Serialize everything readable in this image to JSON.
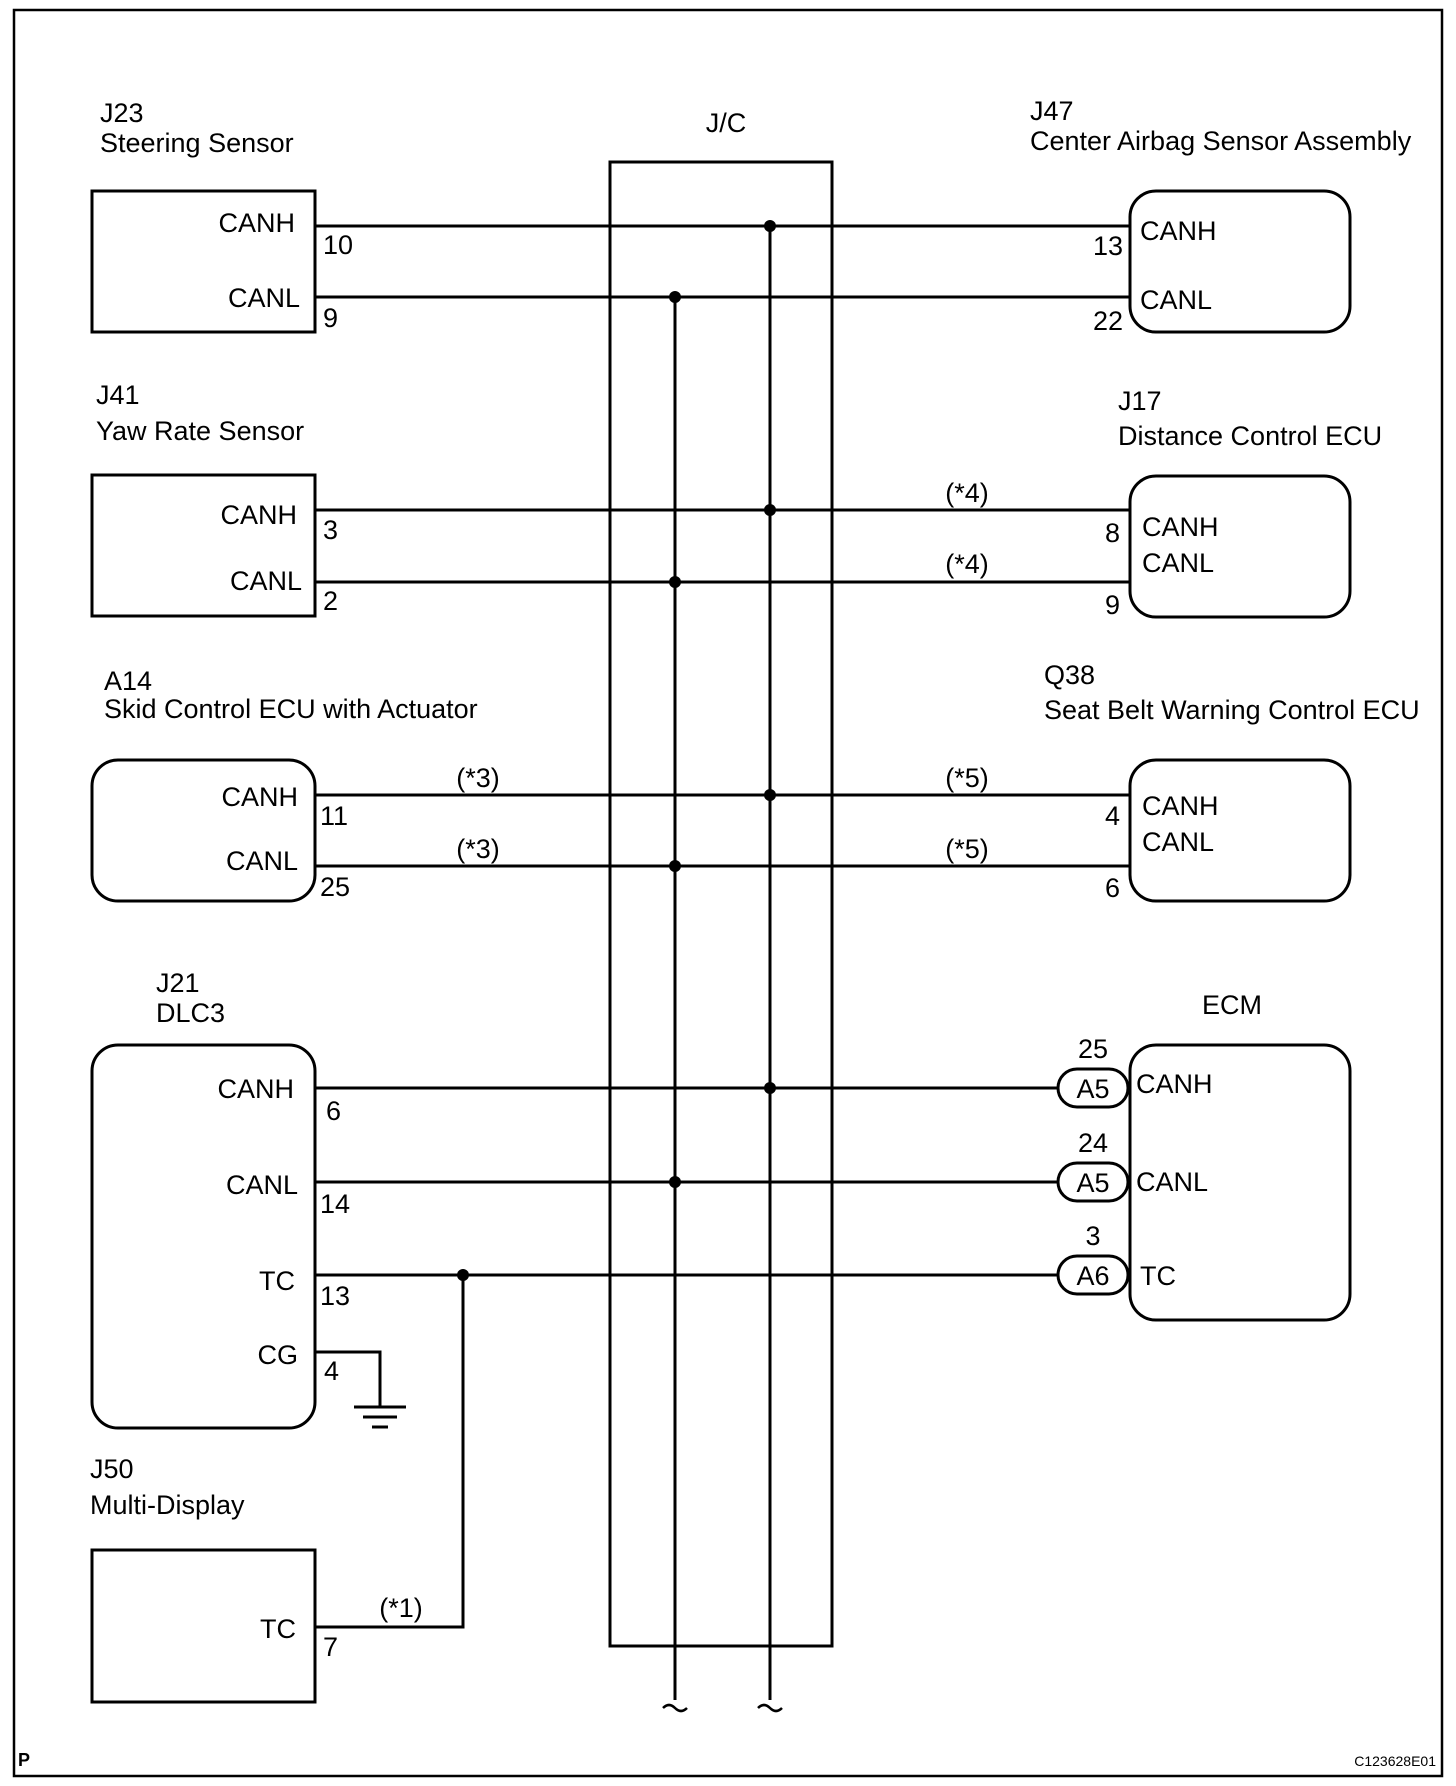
{
  "components": {
    "j23": {
      "code": "J23",
      "name": "Steering Sensor",
      "pin_labels": [
        "CANH",
        "CANL"
      ],
      "pins": [
        "10",
        "9"
      ]
    },
    "j41": {
      "code": "J41",
      "name": "Yaw Rate Sensor",
      "pin_labels": [
        "CANH",
        "CANL"
      ],
      "pins": [
        "3",
        "2"
      ]
    },
    "a14": {
      "code": "A14",
      "name": "Skid Control ECU with Actuator",
      "pin_labels": [
        "CANH",
        "CANL"
      ],
      "pins": [
        "11",
        "25"
      ],
      "notes": [
        "(*3)",
        "(*3)"
      ]
    },
    "j21": {
      "code": "J21",
      "name": "DLC3",
      "pin_labels": [
        "CANH",
        "CANL",
        "TC",
        "CG"
      ],
      "pins": [
        "6",
        "14",
        "13",
        "4"
      ]
    },
    "j50": {
      "code": "J50",
      "name": "Multi-Display",
      "pin_labels": [
        "TC"
      ],
      "pins": [
        "7"
      ],
      "notes": [
        "(*1)"
      ]
    },
    "jc": {
      "name": "J/C"
    },
    "j47": {
      "code": "J47",
      "name": "Center Airbag Sensor Assembly",
      "pin_labels": [
        "CANH",
        "CANL"
      ],
      "pins": [
        "13",
        "22"
      ]
    },
    "j17": {
      "code": "J17",
      "name": "Distance Control ECU",
      "pin_labels": [
        "CANH",
        "CANL"
      ],
      "pins": [
        "8",
        "9"
      ],
      "notes": [
        "(*4)",
        "(*4)"
      ]
    },
    "q38": {
      "code": "Q38",
      "name": "Seat Belt Warning Control ECU",
      "pin_labels": [
        "CANH",
        "CANL"
      ],
      "pins": [
        "4",
        "6"
      ],
      "notes": [
        "(*5)",
        "(*5)"
      ]
    },
    "ecm": {
      "name": "ECM",
      "pin_labels": [
        "CANH",
        "CANL",
        "TC"
      ],
      "pins": [
        "25",
        "24",
        "3"
      ],
      "connectors": [
        "A5",
        "A5",
        "A6"
      ]
    }
  },
  "footer": {
    "left": "P",
    "right": "C123628E01"
  }
}
